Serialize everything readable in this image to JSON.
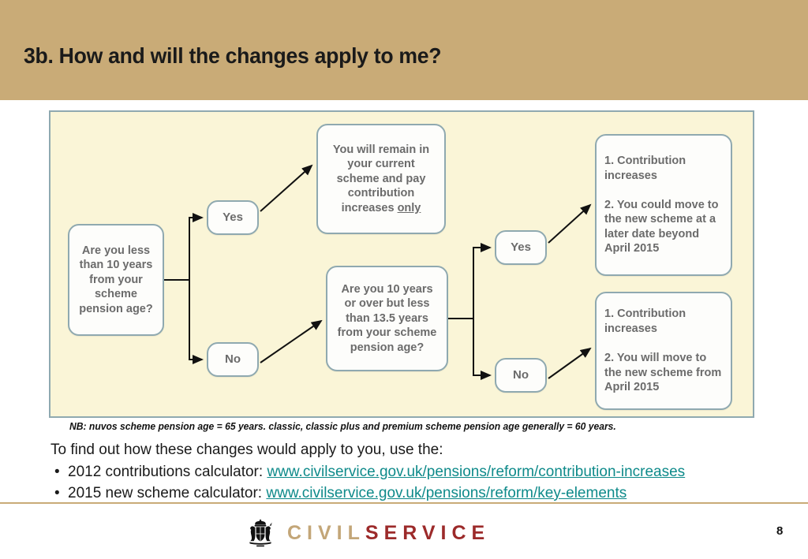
{
  "header": {
    "title": "3b. How and will the changes apply to me?",
    "band_color": "#c9ab77"
  },
  "diagram": {
    "panel_background": "#faf5d7",
    "panel_border_color": "#8fa9b0",
    "node_border_color": "#8fa9b0",
    "node_text_color": "#6b6b6b",
    "nodes": {
      "question_1": "Are you less than 10 years from your scheme pension age?",
      "yes_1": "Yes",
      "no_1": "No",
      "outcome_remain_prefix": "You will remain in your current scheme and pay contribution increases ",
      "outcome_remain_emphasis": "only",
      "question_2": "Are you 10 years or over but less than 13.5 years from your scheme pension age?",
      "yes_2": "Yes",
      "no_2": "No",
      "outcome_1_line_a": "1. Contribution increases",
      "outcome_1_line_b": "2. You could move to the new scheme at a later date beyond April 2015",
      "outcome_2_line_a": "1. Contribution increases",
      "outcome_2_line_b": "2. You will move to the new scheme from April 2015"
    }
  },
  "footnote": "NB: nuvos scheme pension age = 65 years. classic, classic plus and premium scheme pension age generally = 60 years.",
  "body": {
    "intro": "To find out how these changes would apply to you, use the:",
    "bullets": [
      {
        "label": "2012 contributions calculator: ",
        "link": "www.civilservice.gov.uk/pensions/reform/contribution-increases"
      },
      {
        "label": "2015 new scheme calculator: ",
        "link": "www.civilservice.gov.uk/pensions/reform/key-elements"
      }
    ],
    "link_color": "#0e8a8a"
  },
  "footer": {
    "logo_part_1": "CIVIL",
    "logo_part_2": "SERVICE",
    "logo_color_1": "#c3a678",
    "logo_color_2": "#9c2a2a",
    "page_number": "8",
    "rule_color": "#c9ab77"
  }
}
